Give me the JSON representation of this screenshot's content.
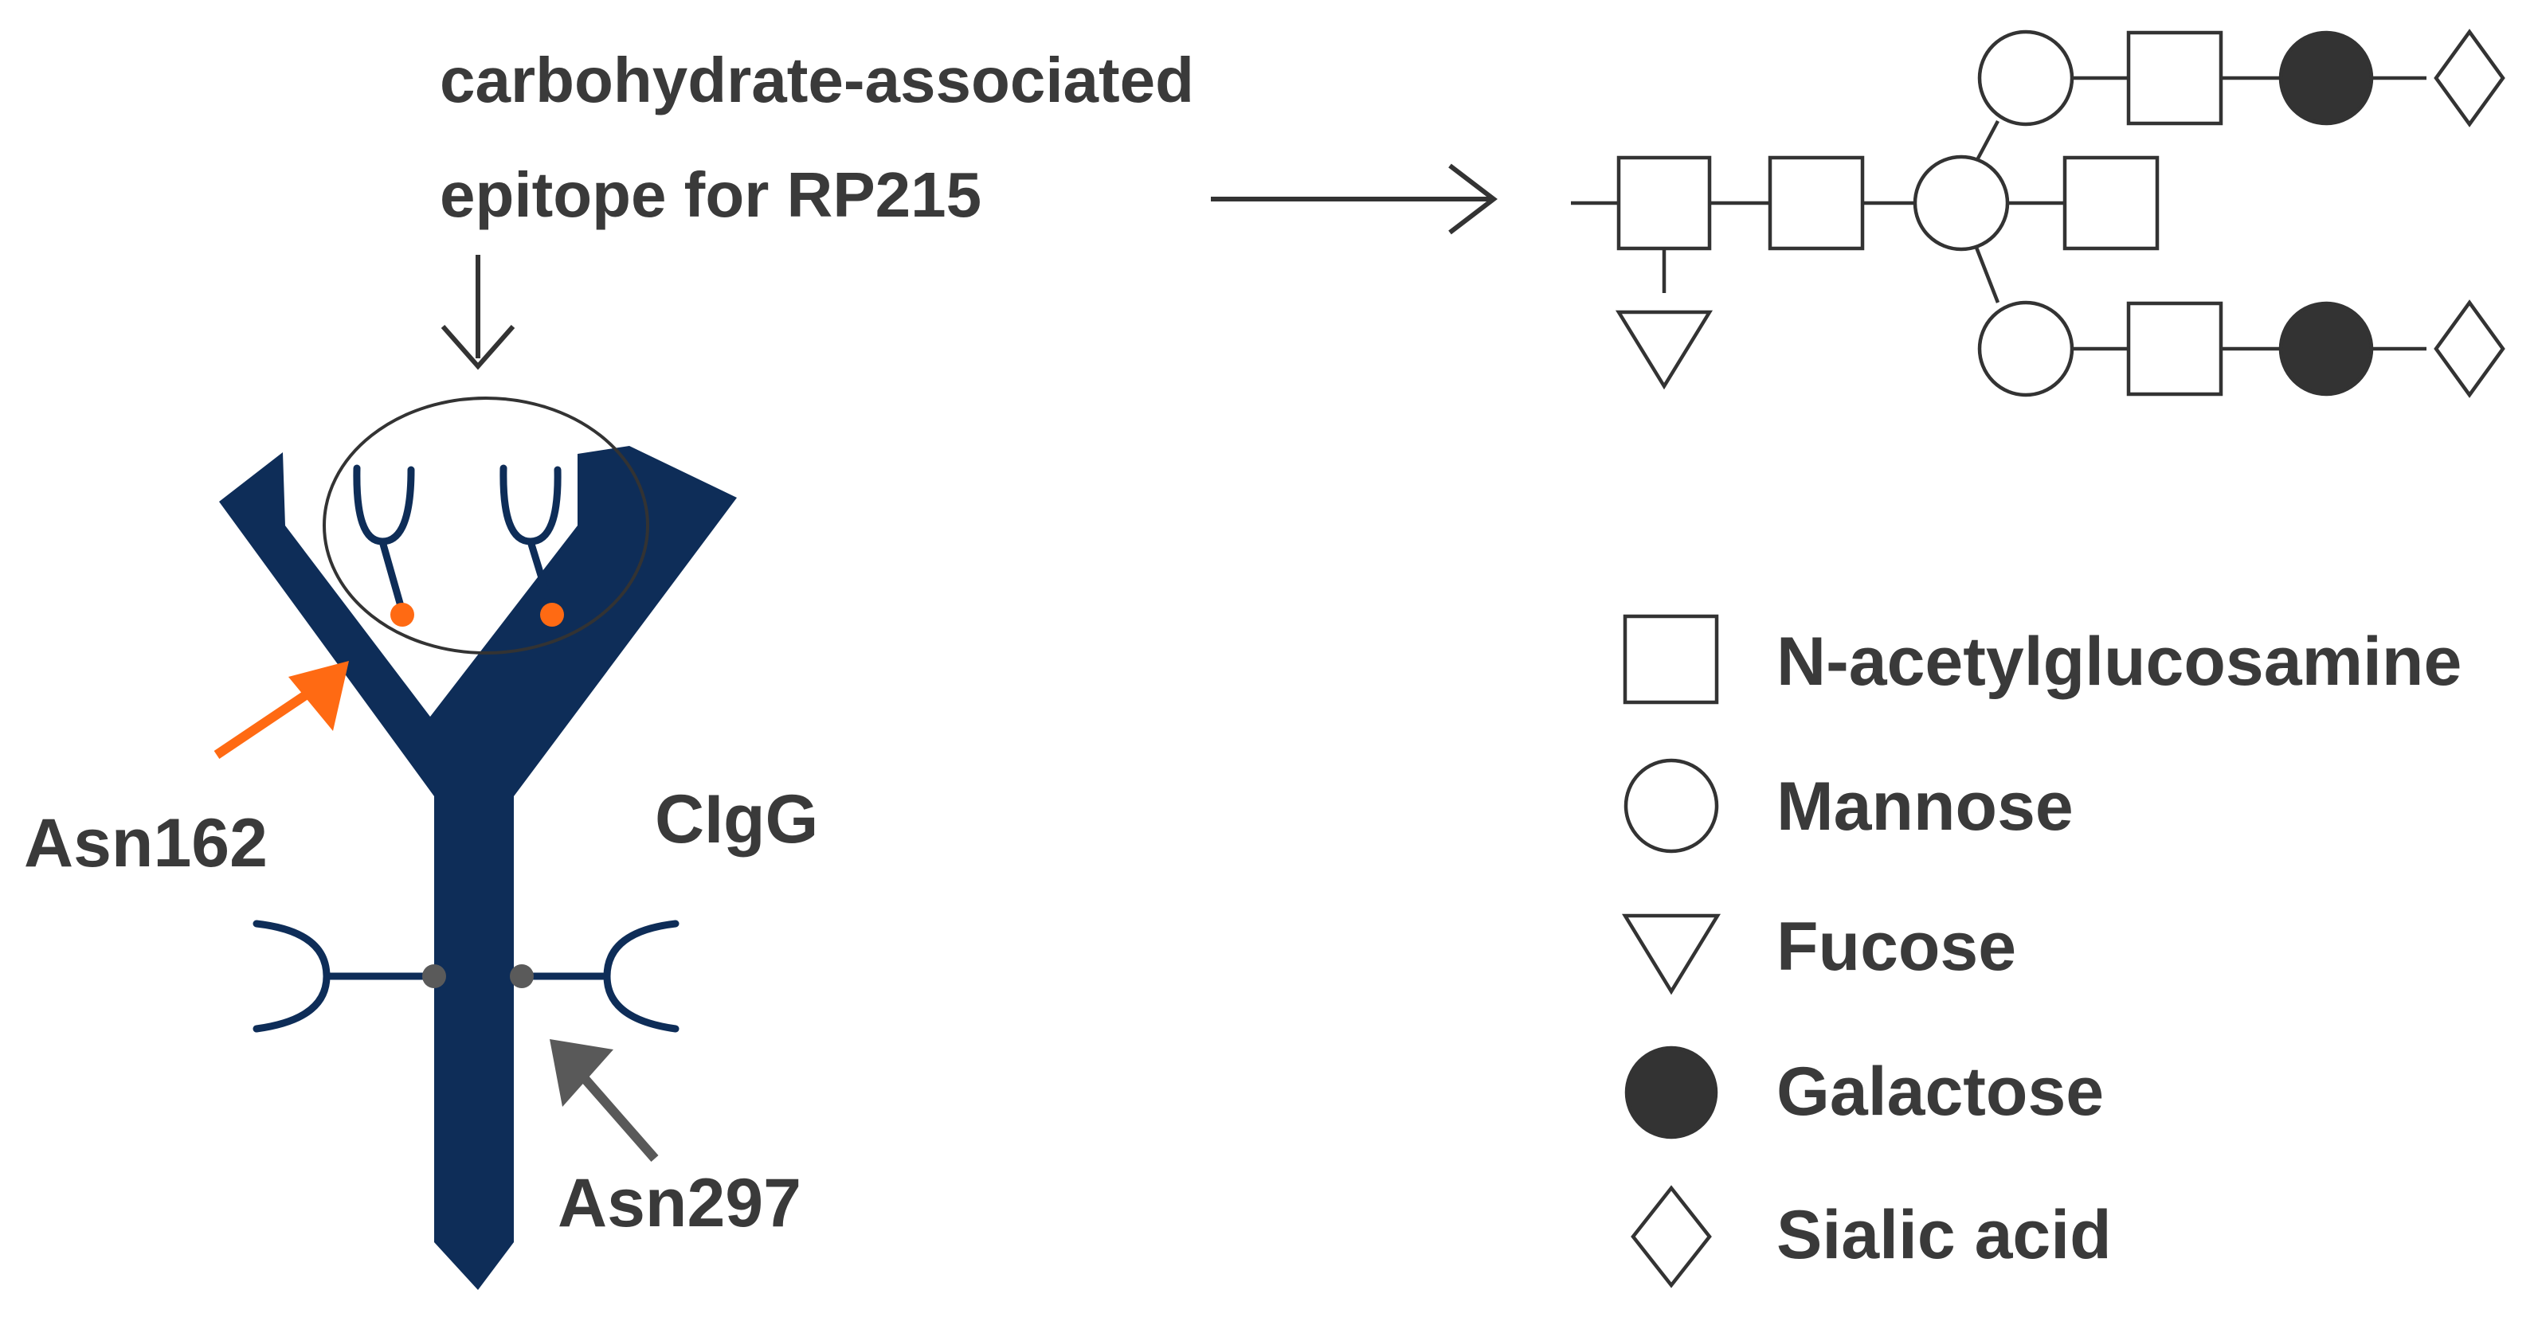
{
  "diagram": {
    "title_line1": "carbohydrate-associated",
    "title_line2": "epitope for RP215",
    "antibody_label": "CIgG",
    "site_labels": {
      "asn162": "Asn162",
      "asn297": "Asn297"
    },
    "colors": {
      "antibody": "#0e2d58",
      "asn162_arrow": "#ff6a13",
      "asn297_arrow": "#595959",
      "glycan_stroke": "#333333",
      "galactose_fill": "#333333",
      "text": "#3a3a3a"
    },
    "glycan_structure": [
      "GlcNAc(Fuc)",
      "GlcNAc",
      "Man(GlcNAc)",
      "Man-GlcNAc-Gal-Sia",
      "Man-GlcNAc-Gal-Sia"
    ]
  },
  "legend": {
    "items": [
      {
        "icon": "square",
        "label": "N-acetylglucosamine"
      },
      {
        "icon": "circle",
        "label": "Mannose"
      },
      {
        "icon": "triangle",
        "label": "Fucose"
      },
      {
        "icon": "filled-circle",
        "label": "Galactose"
      },
      {
        "icon": "diamond",
        "label": "Sialic acid"
      }
    ]
  }
}
